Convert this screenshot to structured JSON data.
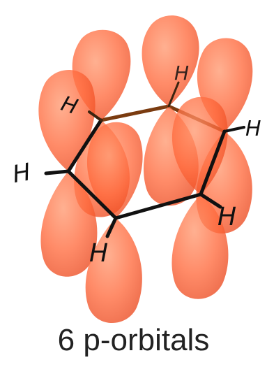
{
  "caption": "6 p-orbitals",
  "atom_labels": [
    "H",
    "H",
    "H",
    "H",
    "H",
    "H"
  ],
  "colors": {
    "orbital_fill": "#ff6a3d",
    "orbital_highlight": "#ff9a72",
    "orbital_shadow": "#e8441a",
    "bond": "#111111",
    "bond_back": "#7a3b10",
    "label": "#111111",
    "caption": "#222222"
  }
}
